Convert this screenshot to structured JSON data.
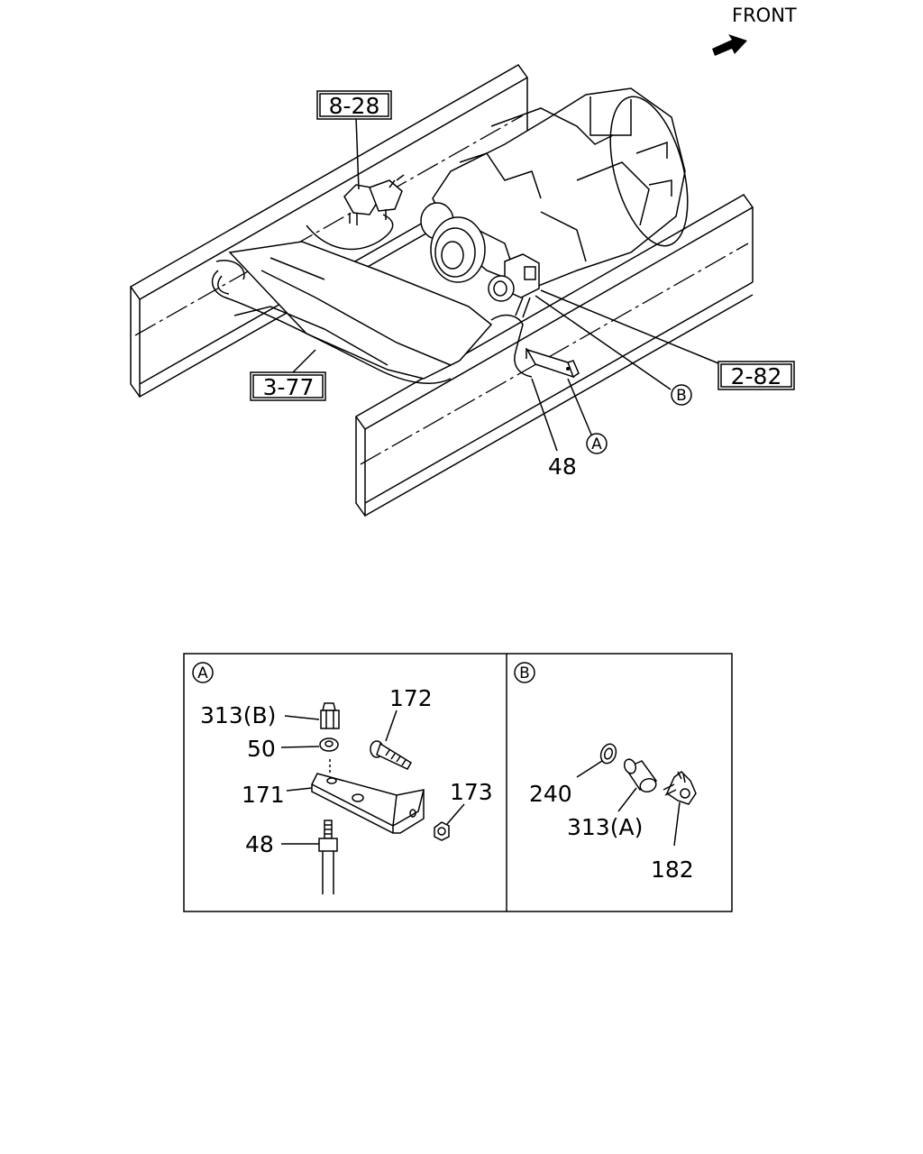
{
  "front_label": "FRONT",
  "refs": {
    "r828": "8-28",
    "r282": "2-82",
    "r377": "3-77"
  },
  "main_callouts": {
    "part48": "48",
    "circle_a": "A",
    "circle_b": "B"
  },
  "detail_a": {
    "header": "A",
    "labels": {
      "p313b": "313(B)",
      "p172": "172",
      "p50": "50",
      "p171": "171",
      "p173": "173",
      "p48": "48"
    }
  },
  "detail_b": {
    "header": "B",
    "labels": {
      "p240": "240",
      "p313a": "313(A)",
      "p182": "182"
    }
  }
}
